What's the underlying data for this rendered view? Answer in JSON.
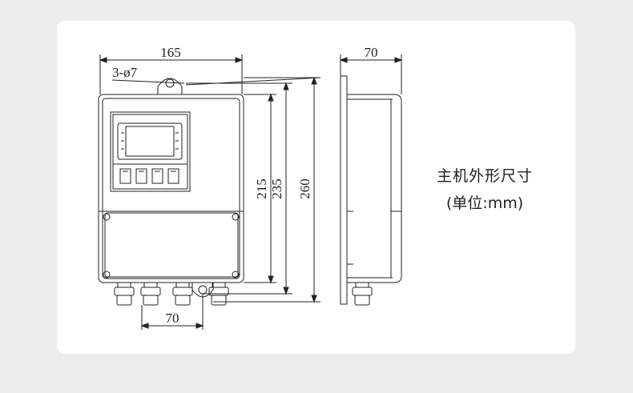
{
  "dimensions": {
    "front_width": "165",
    "mount_holes": "3-ø7",
    "height_215": "215",
    "height_235": "235",
    "height_260": "260",
    "glands_spacing": "70",
    "side_depth": "70"
  },
  "caption": {
    "title": "主机外形尺寸",
    "unit": "(单位:mm)"
  }
}
